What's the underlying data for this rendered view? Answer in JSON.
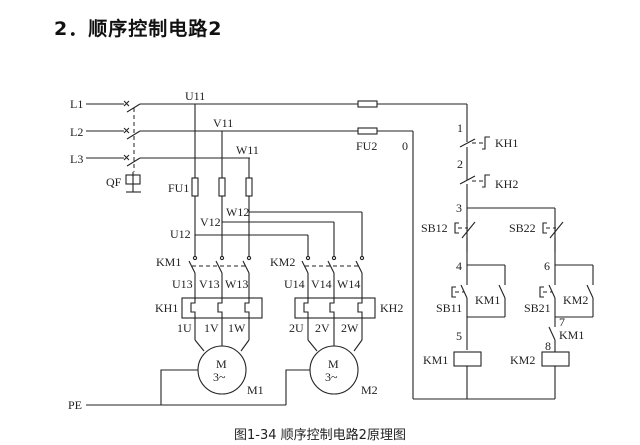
{
  "heading": "2．顺序控制电路2",
  "caption": "图1-34  顺序控制电路2原理图",
  "power_lines": {
    "l1": "L1",
    "l2": "L2",
    "l3": "L3",
    "pe": "PE",
    "breaker": "QF"
  },
  "main_circuit": {
    "u11": "U11",
    "v11": "V11",
    "w11": "W11",
    "fuse1": "FU1",
    "u12": "U12",
    "v12": "V12",
    "w12": "W12",
    "km1": "KM1",
    "km2": "KM2",
    "u13": "U13",
    "v13": "V13",
    "w13": "W13",
    "u14": "U14",
    "v14": "V14",
    "w14": "W14",
    "kh1": "KH1",
    "kh2": "KH2",
    "m1_terms": [
      "1U",
      "1V",
      "1W"
    ],
    "m2_terms": [
      "2U",
      "2V",
      "2W"
    ],
    "motor1": {
      "symbol": "M",
      "phase": "3~",
      "label": "M1"
    },
    "motor2": {
      "symbol": "M",
      "phase": "3~",
      "label": "M2"
    }
  },
  "control_circuit": {
    "fuse2": "FU2",
    "node0": "0",
    "node1": "1",
    "node2": "2",
    "node3": "3",
    "node4": "4",
    "node5": "5",
    "node6": "6",
    "node7": "7",
    "node8": "8",
    "kh1_contact": "KH1",
    "kh2_contact": "KH2",
    "sb12": "SB12",
    "sb22": "SB22",
    "sb11": "SB11",
    "sb21": "SB21",
    "km1_hold": "KM1",
    "km2_hold": "KM2",
    "km1_interlock": "KM1",
    "coil_km1": "KM1",
    "coil_km2": "KM2"
  }
}
